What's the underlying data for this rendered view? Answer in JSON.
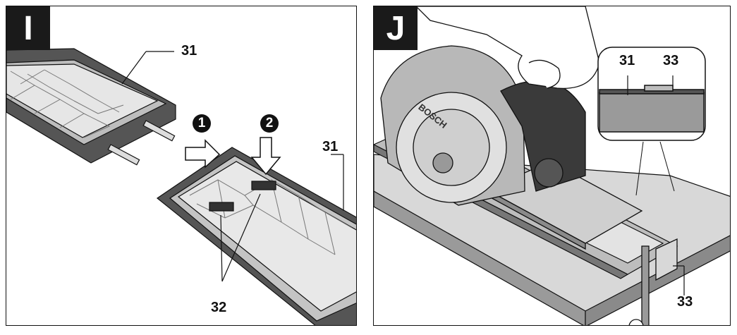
{
  "panels": [
    {
      "letter": "I",
      "callouts": {
        "top": "31",
        "right": "31",
        "bottom": "32"
      },
      "steps": [
        "1",
        "2"
      ]
    },
    {
      "letter": "J",
      "callouts": {
        "top_left": "31",
        "top_right": "33",
        "bottom": "33"
      },
      "brand": "BOSCH"
    }
  ]
}
